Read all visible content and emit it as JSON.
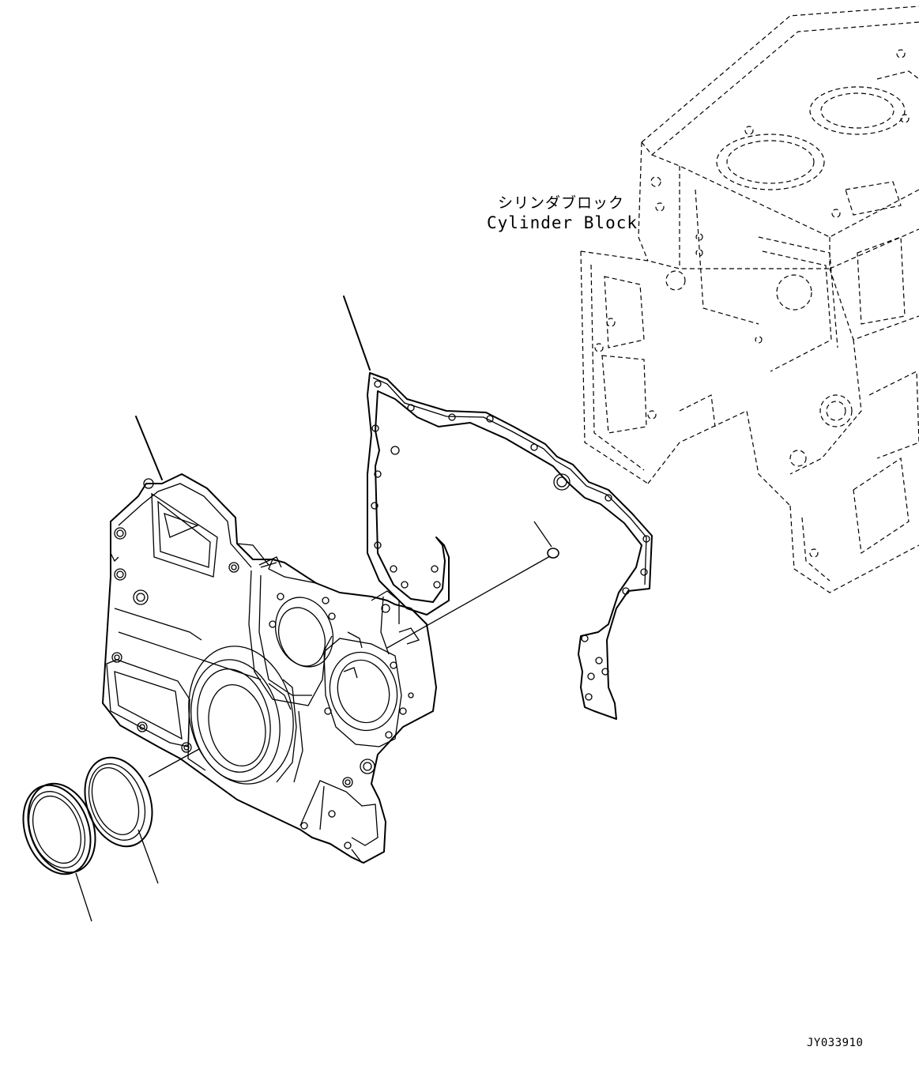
{
  "labels": {
    "block_jp": "シリンダブロック",
    "block_en": "Cylinder Block",
    "drawing_id": "JY033910"
  },
  "parts": [
    {
      "name": "front-cover",
      "shown_as": "solid"
    },
    {
      "name": "front-cover-gasket",
      "shown_as": "solid"
    },
    {
      "name": "dowel-pin",
      "shown_as": "solid"
    },
    {
      "name": "oil-seal",
      "shown_as": "solid"
    },
    {
      "name": "wear-sleeve",
      "shown_as": "solid"
    },
    {
      "name": "cylinder-block",
      "shown_as": "phantom"
    }
  ]
}
